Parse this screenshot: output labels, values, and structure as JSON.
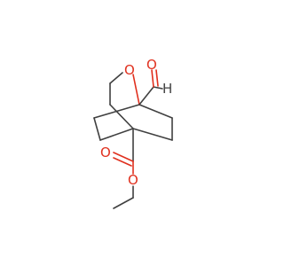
{
  "molecule": {
    "atom_labels": {
      "ring_oxygen": "O",
      "aldehyde_oxygen": "O",
      "aldehyde_hydrogen": "H",
      "ester_carbonyl_oxygen": "O",
      "ester_ether_oxygen": "O"
    }
  },
  "colors": {
    "bond": "#404040",
    "oxygen": "#e0301e"
  }
}
